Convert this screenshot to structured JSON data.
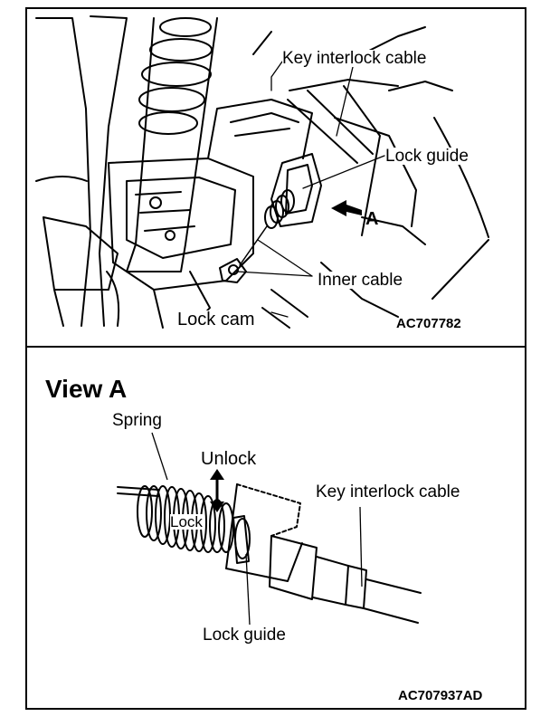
{
  "top_figure": {
    "labels": {
      "key_interlock_cable": "Key interlock cable",
      "lock_guide": "Lock guide",
      "arrow_letter": "A",
      "inner_cable": "Inner cable",
      "lock_cam": "Lock cam"
    },
    "figure_code": "AC707782"
  },
  "bottom_figure": {
    "title": "View A",
    "labels": {
      "spring": "Spring",
      "unlock": "Unlock",
      "lock": "Lock",
      "key_interlock_cable": "Key interlock cable",
      "lock_guide": "Lock guide"
    },
    "figure_code": "AC707937AD"
  }
}
